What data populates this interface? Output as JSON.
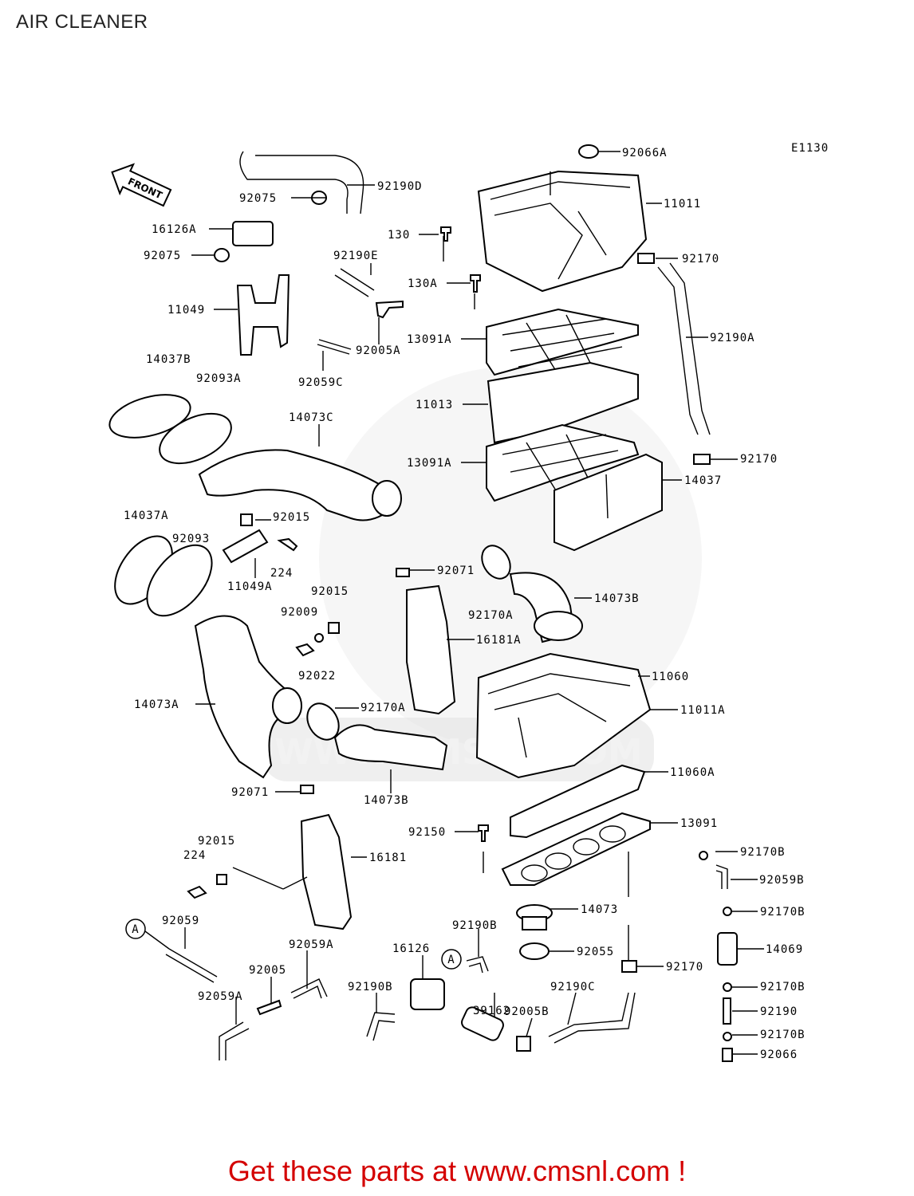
{
  "page_title": "AIR CLEANER",
  "diagram_code": "E1130",
  "front_arrow_label": "FRONT",
  "footer_text": "Get these parts at www.cmsnl.com !",
  "watermark_text": "WWW.CMSNL.COM",
  "ref_marker": "A",
  "labels": [
    {
      "id": "92066A",
      "text": "92066A"
    },
    {
      "id": "92190D",
      "text": "92190D"
    },
    {
      "id": "92075a",
      "text": "92075"
    },
    {
      "id": "16126A",
      "text": "16126A"
    },
    {
      "id": "92075b",
      "text": "92075"
    },
    {
      "id": "11011",
      "text": "11011"
    },
    {
      "id": "130",
      "text": "130"
    },
    {
      "id": "92190E",
      "text": "92190E"
    },
    {
      "id": "130A",
      "text": "130A"
    },
    {
      "id": "92170a",
      "text": "92170"
    },
    {
      "id": "11049",
      "text": "11049"
    },
    {
      "id": "92190A",
      "text": "92190A"
    },
    {
      "id": "13091A_top",
      "text": "13091A"
    },
    {
      "id": "92005A",
      "text": "92005A"
    },
    {
      "id": "14037B",
      "text": "14037B"
    },
    {
      "id": "92093A",
      "text": "92093A"
    },
    {
      "id": "92059C",
      "text": "92059C"
    },
    {
      "id": "11013",
      "text": "11013"
    },
    {
      "id": "14073C",
      "text": "14073C"
    },
    {
      "id": "13091A_bot",
      "text": "13091A"
    },
    {
      "id": "92170b",
      "text": "92170"
    },
    {
      "id": "14037",
      "text": "14037"
    },
    {
      "id": "14037A",
      "text": "14037A"
    },
    {
      "id": "92015a",
      "text": "92015"
    },
    {
      "id": "92093",
      "text": "92093"
    },
    {
      "id": "224a",
      "text": "224"
    },
    {
      "id": "92071a",
      "text": "92071"
    },
    {
      "id": "11049A",
      "text": "11049A"
    },
    {
      "id": "92015b",
      "text": "92015"
    },
    {
      "id": "92009",
      "text": "92009"
    },
    {
      "id": "14073B_top",
      "text": "14073B"
    },
    {
      "id": "92170A_top",
      "text": "92170A"
    },
    {
      "id": "16181A",
      "text": "16181A"
    },
    {
      "id": "92022",
      "text": "92022"
    },
    {
      "id": "11060",
      "text": "11060"
    },
    {
      "id": "14073A",
      "text": "14073A"
    },
    {
      "id": "92170A_bot",
      "text": "92170A"
    },
    {
      "id": "11011A",
      "text": "11011A"
    },
    {
      "id": "11060A",
      "text": "11060A"
    },
    {
      "id": "92071b",
      "text": "92071"
    },
    {
      "id": "14073B_bot",
      "text": "14073B"
    },
    {
      "id": "13091",
      "text": "13091"
    },
    {
      "id": "92150",
      "text": "92150"
    },
    {
      "id": "92015c",
      "text": "92015"
    },
    {
      "id": "16181",
      "text": "16181"
    },
    {
      "id": "92170B_a",
      "text": "92170B"
    },
    {
      "id": "224b",
      "text": "224"
    },
    {
      "id": "92059B",
      "text": "92059B"
    },
    {
      "id": "14073",
      "text": "14073"
    },
    {
      "id": "92170B_b",
      "text": "92170B"
    },
    {
      "id": "92059",
      "text": "92059"
    },
    {
      "id": "92190B_a",
      "text": "92190B"
    },
    {
      "id": "92055",
      "text": "92055"
    },
    {
      "id": "14069",
      "text": "14069"
    },
    {
      "id": "16126",
      "text": "16126"
    },
    {
      "id": "92059A_a",
      "text": "92059A"
    },
    {
      "id": "92170c",
      "text": "92170"
    },
    {
      "id": "92005",
      "text": "92005"
    },
    {
      "id": "92170B_c",
      "text": "92170B"
    },
    {
      "id": "92190B_b",
      "text": "92190B"
    },
    {
      "id": "92190C",
      "text": "92190C"
    },
    {
      "id": "92059A_b",
      "text": "92059A"
    },
    {
      "id": "39162",
      "text": "39162"
    },
    {
      "id": "92190",
      "text": "92190"
    },
    {
      "id": "92005B",
      "text": "92005B"
    },
    {
      "id": "92170B_d",
      "text": "92170B"
    },
    {
      "id": "92066",
      "text": "92066"
    }
  ]
}
